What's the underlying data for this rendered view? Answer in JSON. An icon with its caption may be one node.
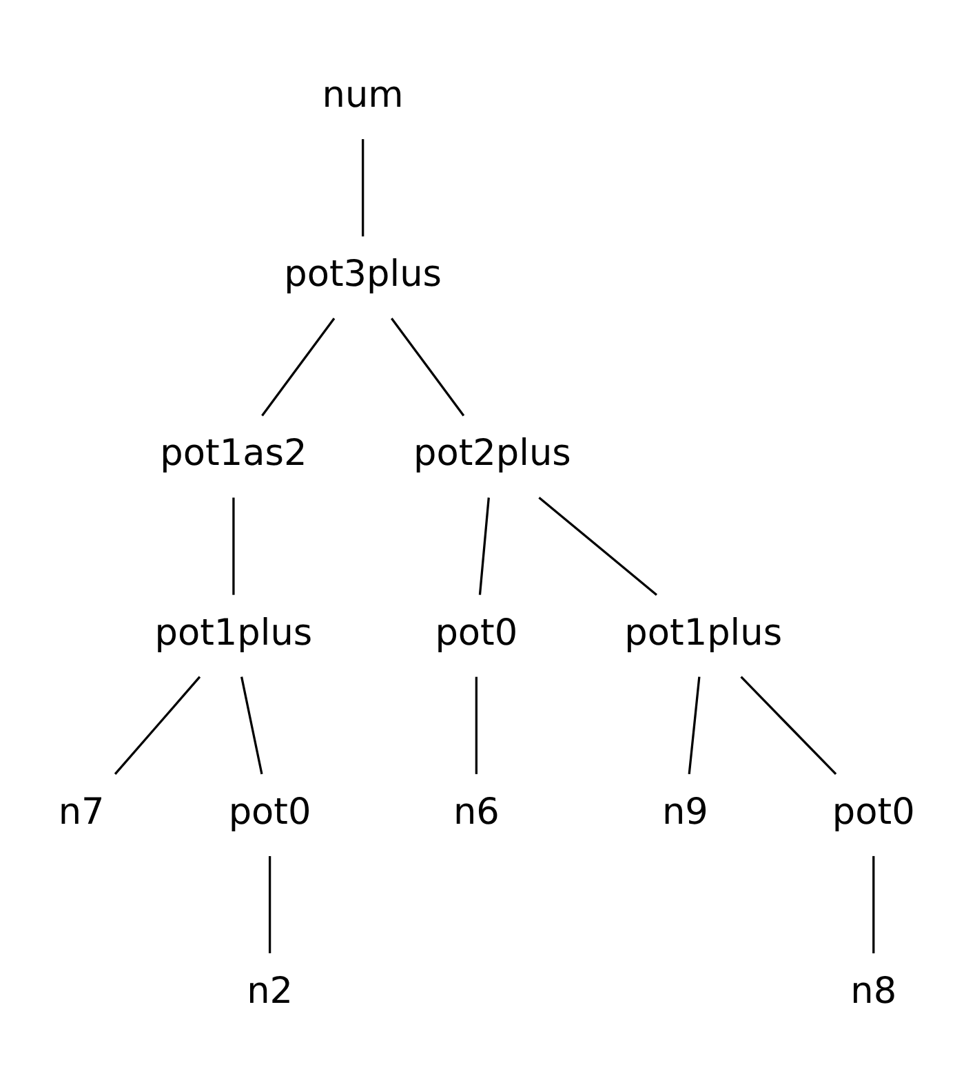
{
  "diagram": {
    "nodes": [
      {
        "text": [
          "num"
        ]
      },
      {
        "text": [
          "pot3plus"
        ]
      },
      {
        "text": [
          "pot1as2"
        ]
      },
      {
        "text": [
          "pot2plus"
        ]
      },
      {
        "text": [
          "pot1plus"
        ]
      },
      {
        "text": [
          "pot0"
        ]
      },
      {
        "text": [
          "pot1plus"
        ]
      },
      {
        "text": [
          "n7"
        ]
      },
      {
        "text": [
          "pot0"
        ]
      },
      {
        "text": [
          "n6"
        ]
      },
      {
        "text": [
          "n9"
        ]
      },
      {
        "text": [
          "pot0"
        ]
      },
      {
        "text": [
          "n2"
        ]
      },
      {
        "text": [
          "n8"
        ]
      }
    ],
    "edges": [
      {
        "from": 0,
        "to": 1,
        "arrow": "none"
      },
      {
        "from": 1,
        "to": 2,
        "arrow": "none"
      },
      {
        "from": 1,
        "to": 3,
        "arrow": "none"
      },
      {
        "from": 2,
        "to": 4,
        "arrow": "none"
      },
      {
        "from": 3,
        "to": 5,
        "arrow": "none"
      },
      {
        "from": 3,
        "to": 6,
        "arrow": "none"
      },
      {
        "from": 4,
        "to": 7,
        "arrow": "none"
      },
      {
        "from": 4,
        "to": 8,
        "arrow": "none"
      },
      {
        "from": 5,
        "to": 9,
        "arrow": "none"
      },
      {
        "from": 6,
        "to": 10,
        "arrow": "none"
      },
      {
        "from": 6,
        "to": 11,
        "arrow": "none"
      },
      {
        "from": 8,
        "to": 12,
        "arrow": "none"
      },
      {
        "from": 11,
        "to": 13,
        "arrow": "none"
      }
    ]
  }
}
